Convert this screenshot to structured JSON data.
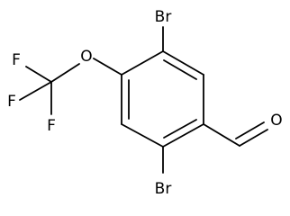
{
  "atoms": {
    "br_top": "Br",
    "br_bottom": "Br",
    "o_ether": "O",
    "o_aldehyde": "O",
    "f1": "F",
    "f2": "F",
    "f3": "F"
  },
  "colors": {
    "bond": "#000000",
    "text": "#000000",
    "background": "#ffffff"
  }
}
